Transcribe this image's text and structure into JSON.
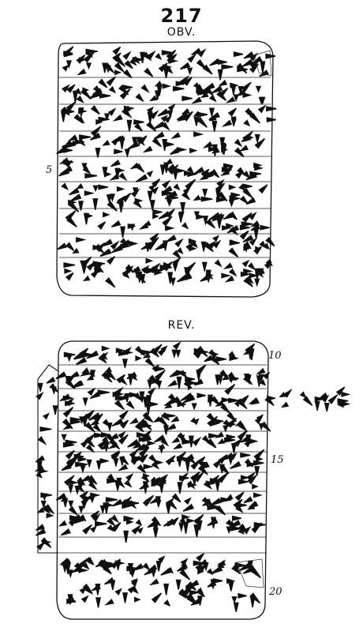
{
  "tablet_number": "217",
  "obverse": {
    "label": "OBV.",
    "line_markers": [
      "5"
    ]
  },
  "reverse": {
    "label": "REV.",
    "line_markers": [
      "10",
      "15",
      "20"
    ]
  }
}
